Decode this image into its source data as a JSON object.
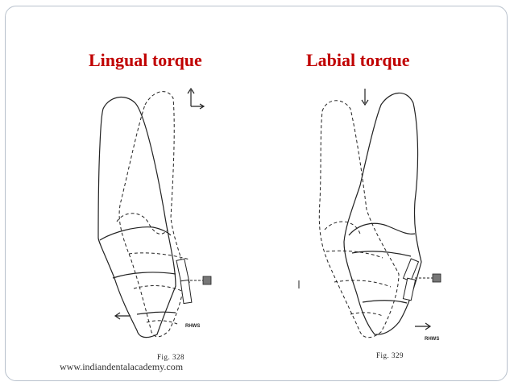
{
  "titles": {
    "left": "Lingual torque",
    "right": "Labial torque"
  },
  "figures": {
    "left": {
      "caption": "Fig. 328",
      "initials": "RHWS"
    },
    "right": {
      "caption": "Fig. 329",
      "initials": "RHWS"
    }
  },
  "watermark": "www.indiandentalacademy.com",
  "colors": {
    "title": "#c00000",
    "frame": "#b8c1cc",
    "ink": "#222222"
  }
}
